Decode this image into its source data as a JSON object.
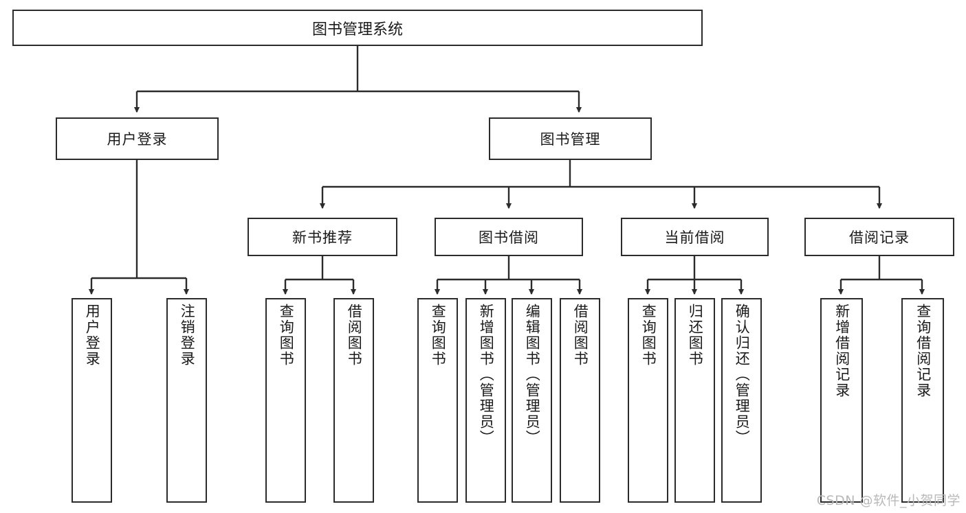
{
  "diagram": {
    "type": "tree",
    "title": "图书管理系统",
    "watermark": "CSDN @软件_小贺同学",
    "colors": {
      "border": "#2b2b2b",
      "fill": "#ffffff",
      "text": "#1a1a1a",
      "edge": "#2b2b2b",
      "watermark": "#b9b9b9"
    },
    "root": {
      "label": "图书管理系统"
    },
    "level2": [
      {
        "id": "user-login",
        "label": "用户登录"
      },
      {
        "id": "book-manage",
        "label": "图书管理"
      }
    ],
    "level3": [
      {
        "id": "new-book-recommend",
        "label": "新书推荐"
      },
      {
        "id": "book-borrow",
        "label": "图书借阅"
      },
      {
        "id": "current-borrow",
        "label": "当前借阅"
      },
      {
        "id": "borrow-record",
        "label": "借阅记录"
      }
    ],
    "leaves": {
      "user_login": [
        {
          "id": "leaf-user-login",
          "label": "用户登录"
        },
        {
          "id": "leaf-user-logout",
          "label": "注销登录"
        }
      ],
      "new_book_recommend": [
        {
          "id": "leaf-query-book-1",
          "label": "查询图书"
        },
        {
          "id": "leaf-borrow-book-1",
          "label": "借阅图书"
        }
      ],
      "book_borrow": [
        {
          "id": "leaf-query-book-2",
          "label": "查询图书"
        },
        {
          "id": "leaf-add-book",
          "label": "新增图书（管理员）"
        },
        {
          "id": "leaf-edit-book",
          "label": "编辑图书（管理员）"
        },
        {
          "id": "leaf-borrow-book-2",
          "label": "借阅图书"
        }
      ],
      "current_borrow": [
        {
          "id": "leaf-query-book-3",
          "label": "查询图书"
        },
        {
          "id": "leaf-return-book",
          "label": "归还图书"
        },
        {
          "id": "leaf-confirm-return",
          "label": "确认归还（管理员）"
        }
      ],
      "borrow_record": [
        {
          "id": "leaf-add-record",
          "label": "新增借阅记录"
        },
        {
          "id": "leaf-query-record",
          "label": "查询借阅记录"
        }
      ]
    }
  }
}
